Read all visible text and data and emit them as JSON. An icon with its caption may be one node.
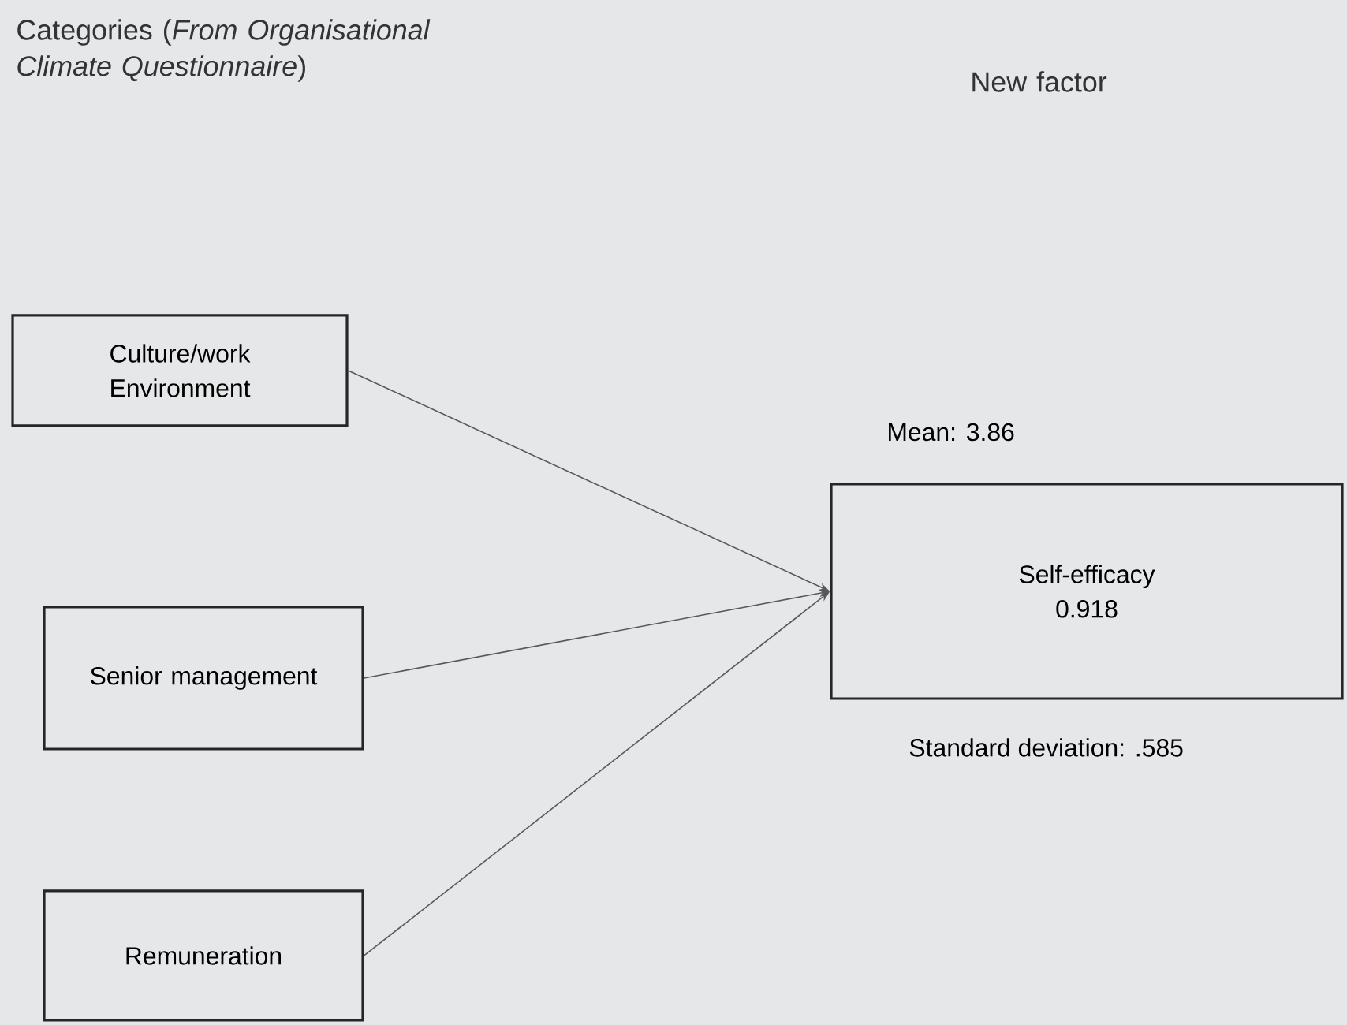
{
  "diagram": {
    "nodes": [
      {
        "text": [
          "Culture/work Environment"
        ]
      },
      {
        "text": [
          "Senior management"
        ]
      },
      {
        "text": [
          "Remuneration"
        ]
      },
      {
        "text": [
          "Self-efficacy",
          "0.918"
        ],
        "beside": [
          "Mean: 3.86",
          "Standard deviation: .585"
        ]
      }
    ],
    "edges": [
      {
        "from": 0,
        "to": 3,
        "arrow": "to"
      },
      {
        "from": 1,
        "to": 3,
        "arrow": "to"
      },
      {
        "from": 2,
        "to": 3,
        "arrow": "to"
      }
    ],
    "labels": [
      "Categories (*From Organisational Climate Questionnaire*)",
      "New factor"
    ]
  }
}
